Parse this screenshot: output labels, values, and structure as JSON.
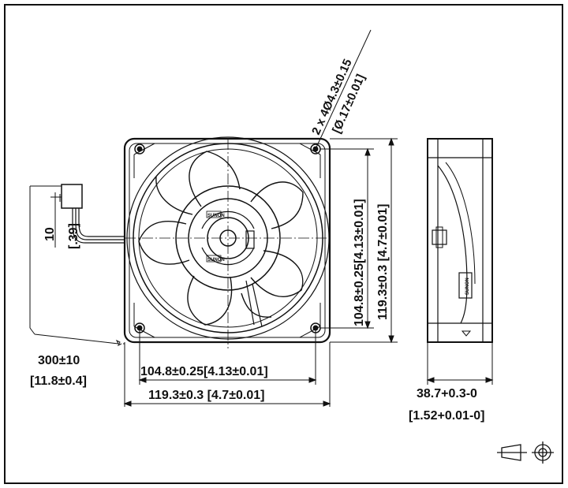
{
  "front_view": {
    "hole_spec": "2 x 4Ø4.3±0.15",
    "hole_spec_inch": "[Ø.17±0.01]",
    "vertical_inner_dim": "104.8±0.25[4.13±0.01]",
    "vertical_outer_dim": "119.3±0.3 [4.7±0.01]",
    "horizontal_inner_dim": "104.8±0.25[4.13±0.01]",
    "horizontal_outer_dim": "119.3±0.3 [4.7±0.01]",
    "hub_label": "SUNON"
  },
  "lead_wire": {
    "stub_dim": "10",
    "stub_dim_inch": "[.39]",
    "length": "300±10",
    "length_inch": "[11.8±0.4]"
  },
  "side_view": {
    "depth_dim": "38.7+0.3-0",
    "depth_dim_inch": "[1.52+0.01-0]",
    "label_text": "SUNON"
  },
  "projection_symbol": "first-angle-projection-icon"
}
